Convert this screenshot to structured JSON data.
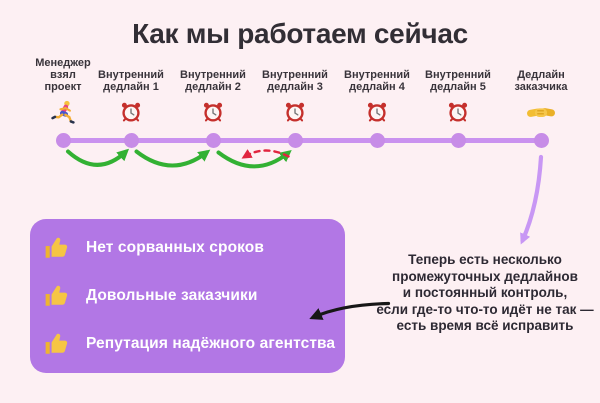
{
  "title": "Как мы работаем сейчас",
  "timeline": {
    "milestones": [
      {
        "label": "Менеджер\nвзял\nпроект",
        "icon": "runner-icon"
      },
      {
        "label": "Внутренний\nдедлайн 1",
        "icon": "alarm-clock-icon"
      },
      {
        "label": "Внутренний\nдедлайн 2",
        "icon": "alarm-clock-icon"
      },
      {
        "label": "Внутренний\nдедлайн 3",
        "icon": "alarm-clock-icon"
      },
      {
        "label": "Внутренний\nдедлайн 4",
        "icon": "alarm-clock-icon"
      },
      {
        "label": "Внутренний\nдедлайн 5",
        "icon": "alarm-clock-icon"
      },
      {
        "label": "Дедлайн\nзаказчика",
        "icon": "handshake-icon"
      }
    ]
  },
  "benefits": [
    {
      "icon": "thumbs-up-icon",
      "label": "Нет сорванных сроков"
    },
    {
      "icon": "thumbs-up-icon",
      "label": "Довольные заказчики"
    },
    {
      "icon": "thumbs-up-icon",
      "label": "Репутация надёжного агентства"
    }
  ],
  "note": {
    "text": "Теперь есть несколько\nпромежуточных дедлайнов\nи постоянный контроль,\nесли где-то что-то идёт не так —\nесть время всё исправить"
  },
  "colors": {
    "background": "#fdf0f3",
    "title_text": "#322e35",
    "label_text": "#39343b",
    "timeline_line": "#ca92ef",
    "timeline_dot": "#c78ce7",
    "benefits_panel": "#b277e5",
    "benefit_text": "#ffffff",
    "note_text": "#2d2933",
    "green_arrow": "#33b133",
    "red_arrow": "#e1253f",
    "purple_arrow": "#c897f4",
    "black_arrow": "#171717"
  }
}
